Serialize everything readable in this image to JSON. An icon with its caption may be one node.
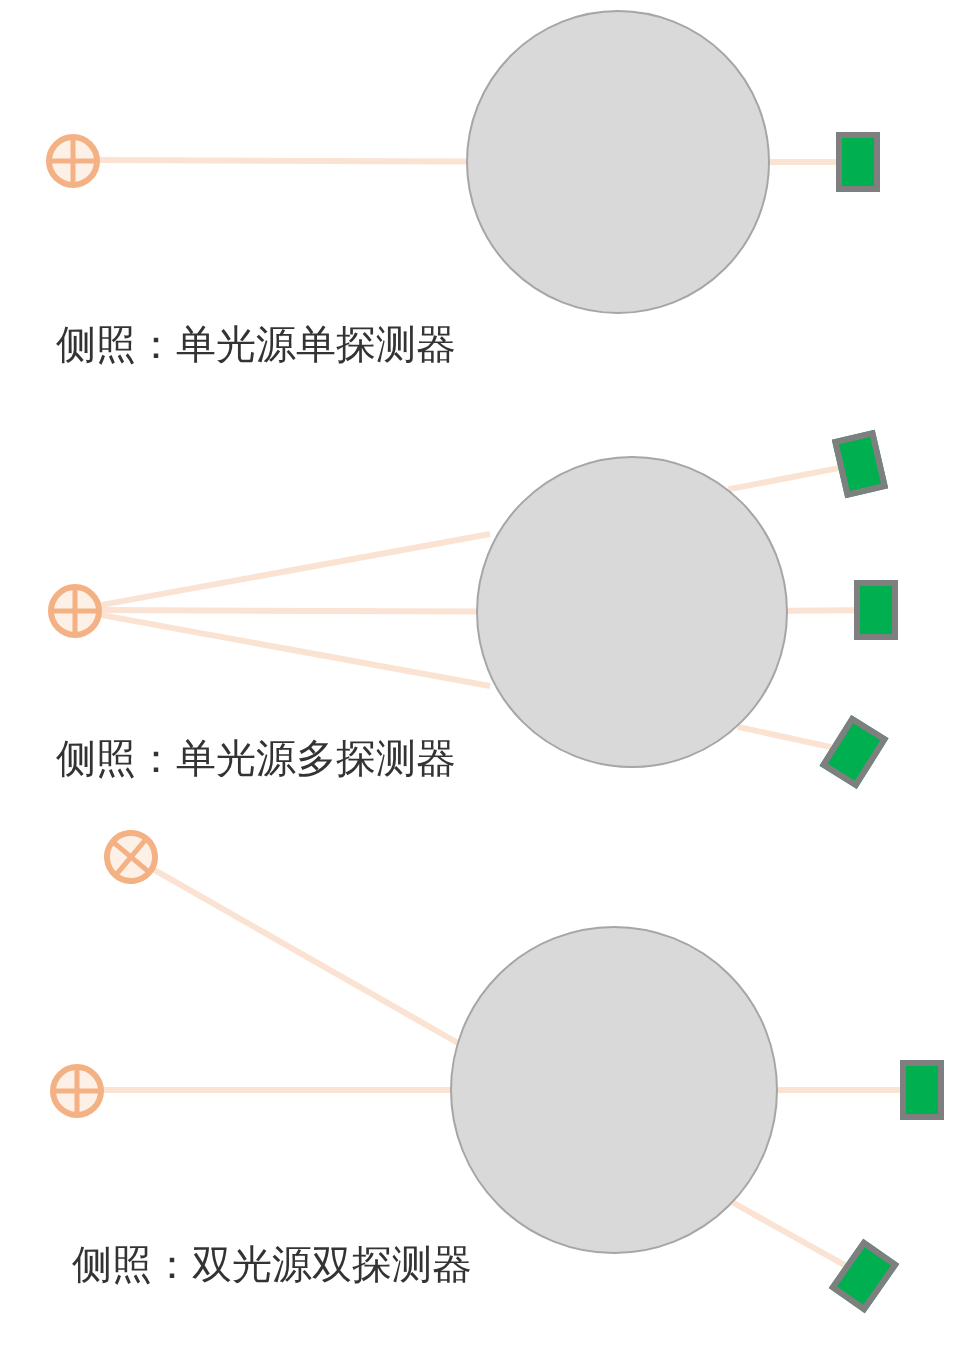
{
  "diagram": {
    "nodes": [
      {
        "text": [],
        "shape": "circle"
      },
      {
        "text": [],
        "shape": "circle"
      },
      {
        "text": [],
        "shape": "box"
      },
      {
        "text": [],
        "shape": "circle"
      },
      {
        "text": [],
        "shape": "circle"
      },
      {
        "text": [],
        "shape": "box"
      },
      {
        "text": [],
        "shape": "box"
      },
      {
        "text": [],
        "shape": "box"
      },
      {
        "text": [],
        "shape": "circle"
      },
      {
        "text": [],
        "shape": "circle"
      },
      {
        "text": [],
        "shape": "circle"
      },
      {
        "text": [],
        "shape": "box"
      },
      {
        "text": [],
        "shape": "box"
      }
    ],
    "edges": [
      {
        "from": 0,
        "to": 1,
        "arrow": "none"
      },
      {
        "from": 1,
        "to": 2,
        "arrow": "none"
      },
      {
        "from": 3,
        "to": 4,
        "arrow": "none"
      },
      {
        "from": 3,
        "to": 4,
        "arrow": "none"
      },
      {
        "from": 3,
        "to": 4,
        "arrow": "none"
      },
      {
        "from": 4,
        "to": 5,
        "arrow": "none"
      },
      {
        "from": 4,
        "to": 6,
        "arrow": "none"
      },
      {
        "from": 4,
        "to": 7,
        "arrow": "none"
      },
      {
        "from": 8,
        "to": 10,
        "arrow": "none"
      },
      {
        "from": 9,
        "to": 10,
        "arrow": "none"
      },
      {
        "from": 10,
        "to": 11,
        "arrow": "none"
      },
      {
        "from": 10,
        "to": 12,
        "arrow": "none"
      }
    ],
    "labels": [
      "侧照：单光源单探测器",
      "侧照：单光源多探测器",
      "侧照：双光源双探测器"
    ]
  }
}
